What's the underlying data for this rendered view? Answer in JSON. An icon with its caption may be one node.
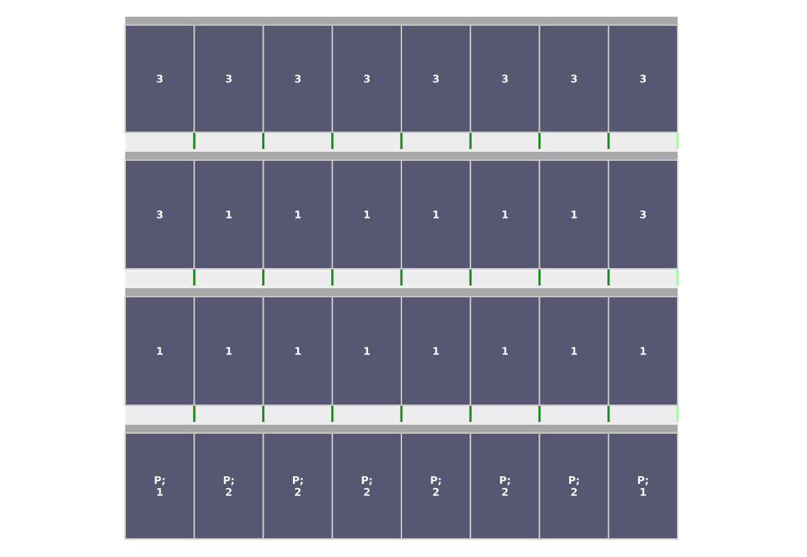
{
  "diagram": {
    "nodes": [
      {
        "text": [
          "3"
        ]
      },
      {
        "text": [
          "3"
        ]
      },
      {
        "text": [
          "3"
        ]
      },
      {
        "text": [
          "3"
        ]
      },
      {
        "text": [
          "3"
        ]
      },
      {
        "text": [
          "3"
        ]
      },
      {
        "text": [
          "3"
        ]
      },
      {
        "text": [
          "3"
        ]
      },
      {
        "text": [
          "3"
        ]
      },
      {
        "text": [
          "1"
        ]
      },
      {
        "text": [
          "1"
        ]
      },
      {
        "text": [
          "1"
        ]
      },
      {
        "text": [
          "1"
        ]
      },
      {
        "text": [
          "1"
        ]
      },
      {
        "text": [
          "1"
        ]
      },
      {
        "text": [
          "3"
        ]
      },
      {
        "text": [
          "1"
        ]
      },
      {
        "text": [
          "1"
        ]
      },
      {
        "text": [
          "1"
        ]
      },
      {
        "text": [
          "1"
        ]
      },
      {
        "text": [
          "1"
        ]
      },
      {
        "text": [
          "1"
        ]
      },
      {
        "text": [
          "1"
        ]
      },
      {
        "text": [
          "1"
        ]
      },
      {
        "text": [
          "P; 1"
        ]
      },
      {
        "text": [
          "P; 2"
        ]
      },
      {
        "text": [
          "P; 2"
        ]
      },
      {
        "text": [
          "P; 2"
        ]
      },
      {
        "text": [
          "P; 2"
        ]
      },
      {
        "text": [
          "P; 2"
        ]
      },
      {
        "text": [
          "P; 2"
        ]
      },
      {
        "text": [
          "P; 1"
        ]
      }
    ]
  }
}
